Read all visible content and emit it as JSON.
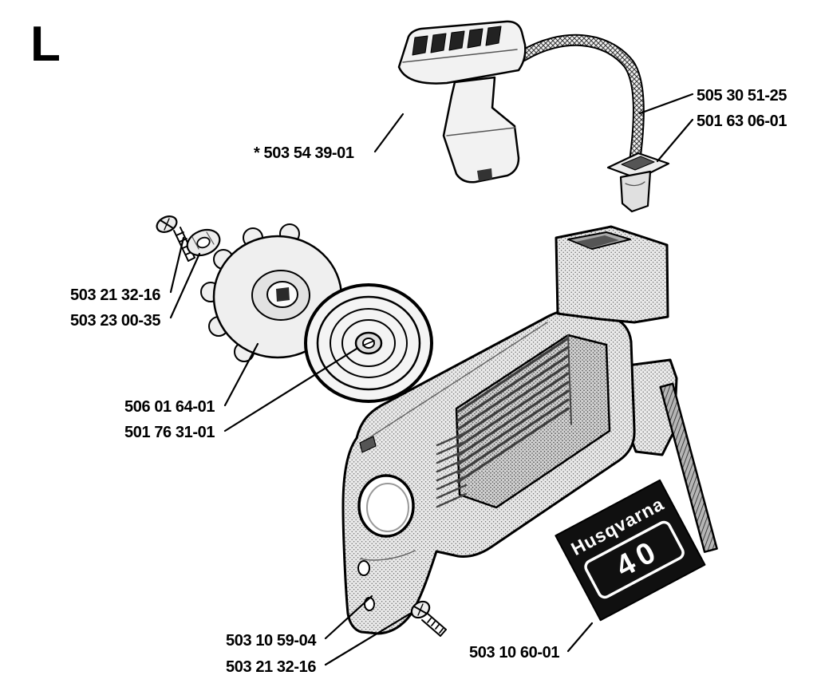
{
  "page": {
    "section_label": "L"
  },
  "diagram": {
    "labels": {
      "handle": "* 503 54 39-01",
      "rope": "505 30 51-25",
      "rope_guide": "501 63 06-01",
      "screw_top": "503 21 32-16",
      "washer": "503 23 00-35",
      "pulley": "506 01 64-01",
      "spring_disc": "501 76 31-01",
      "housing": "503 10 59-04",
      "screw_bottom": "503 21 32-16",
      "decal": "503 10 60-01"
    },
    "decal": {
      "brand": "Husqvarna",
      "model": "40"
    },
    "colors": {
      "ink": "#000000",
      "paper": "#ffffff",
      "decal_bg": "#101010",
      "decal_text": "#ffffff"
    }
  }
}
